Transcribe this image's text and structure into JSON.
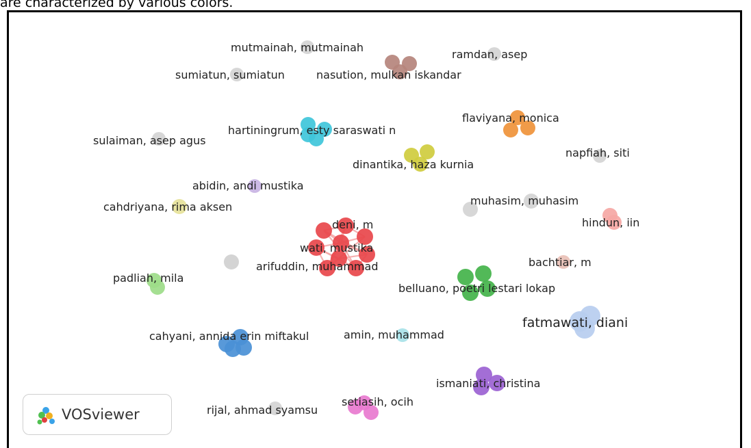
{
  "caption": "are characterized by various colors.",
  "logo": {
    "text": "VOSviewer",
    "icon": "vosviewer-logo-icon"
  },
  "colors": {
    "red": "#e8474b",
    "brown": "#b5847c",
    "gray": "#d4d4d4",
    "cyan": "#3fc6da",
    "orange": "#ef923a",
    "yellow": "#cfcc3e",
    "pink": "#f2a7d8",
    "lilac": "#c8b3e3",
    "paleyellow": "#e6e29a",
    "green": "#43b34a",
    "lightgreen": "#9ddc89",
    "blue": "#4a90d6",
    "peach": "#f0c190",
    "aqua": "#a8e2e8",
    "purple": "#9b62d3",
    "magenta": "#e879cf",
    "salmon": "#f5a7a4",
    "rose": "#e9c0b6",
    "lightblue": "#b7cdef"
  },
  "nodes": [
    {
      "id": "mutmainah",
      "label": "mutmainah, mutmainah",
      "color": "gray"
    },
    {
      "id": "ramdan",
      "label": "ramdan, asep",
      "color": "gray"
    },
    {
      "id": "sumiatun",
      "label": "sumiatun, sumiatun",
      "color": "gray"
    },
    {
      "id": "nasution",
      "label": "nasution, mulkan iskandar",
      "color": "brown"
    },
    {
      "id": "flaviyana",
      "label": "flaviyana, monica",
      "color": "orange"
    },
    {
      "id": "hartiningrum",
      "label": "hartiningrum, esty saraswati n",
      "color": "cyan"
    },
    {
      "id": "sulaiman",
      "label": "sulaiman, asep agus",
      "color": "gray"
    },
    {
      "id": "napfiah",
      "label": "napfiah, siti",
      "color": "gray"
    },
    {
      "id": "dinantika",
      "label": "dinantika, haza kurnia",
      "color": "yellow"
    },
    {
      "id": "abidin",
      "label": "abidin, andi mustika",
      "color": "lilac"
    },
    {
      "id": "muhasim",
      "label": "muhasim, muhasim",
      "color": "gray"
    },
    {
      "id": "cahdriyana",
      "label": "cahdriyana, rima aksen",
      "color": "paleyellow"
    },
    {
      "id": "hindun",
      "label": "hindun, iin",
      "color": "salmon"
    },
    {
      "id": "deni",
      "label": "deni, m",
      "color": "red"
    },
    {
      "id": "wati",
      "label": "wati, mustika",
      "color": "red"
    },
    {
      "id": "arifuddin",
      "label": "arifuddin, muhammad",
      "color": "red"
    },
    {
      "id": "bachtiar",
      "label": "bachtiar, m",
      "color": "rose"
    },
    {
      "id": "padliah",
      "label": "padliah, mila",
      "color": "lightgreen"
    },
    {
      "id": "belluano",
      "label": "belluano, poetri lestari lokap",
      "color": "green"
    },
    {
      "id": "fatmawati",
      "label": "fatmawati, diani",
      "color": "lightblue"
    },
    {
      "id": "cahyani",
      "label": "cahyani, annida erin miftakul",
      "color": "blue"
    },
    {
      "id": "amin",
      "label": "amin, muhammad",
      "color": "aqua"
    },
    {
      "id": "ismaniati",
      "label": "ismaniati, christina",
      "color": "purple"
    },
    {
      "id": "setiasih",
      "label": "setiasih, ocih",
      "color": "magenta"
    },
    {
      "id": "rijal",
      "label": "rijal, ahmad syamsu",
      "color": "gray"
    }
  ]
}
